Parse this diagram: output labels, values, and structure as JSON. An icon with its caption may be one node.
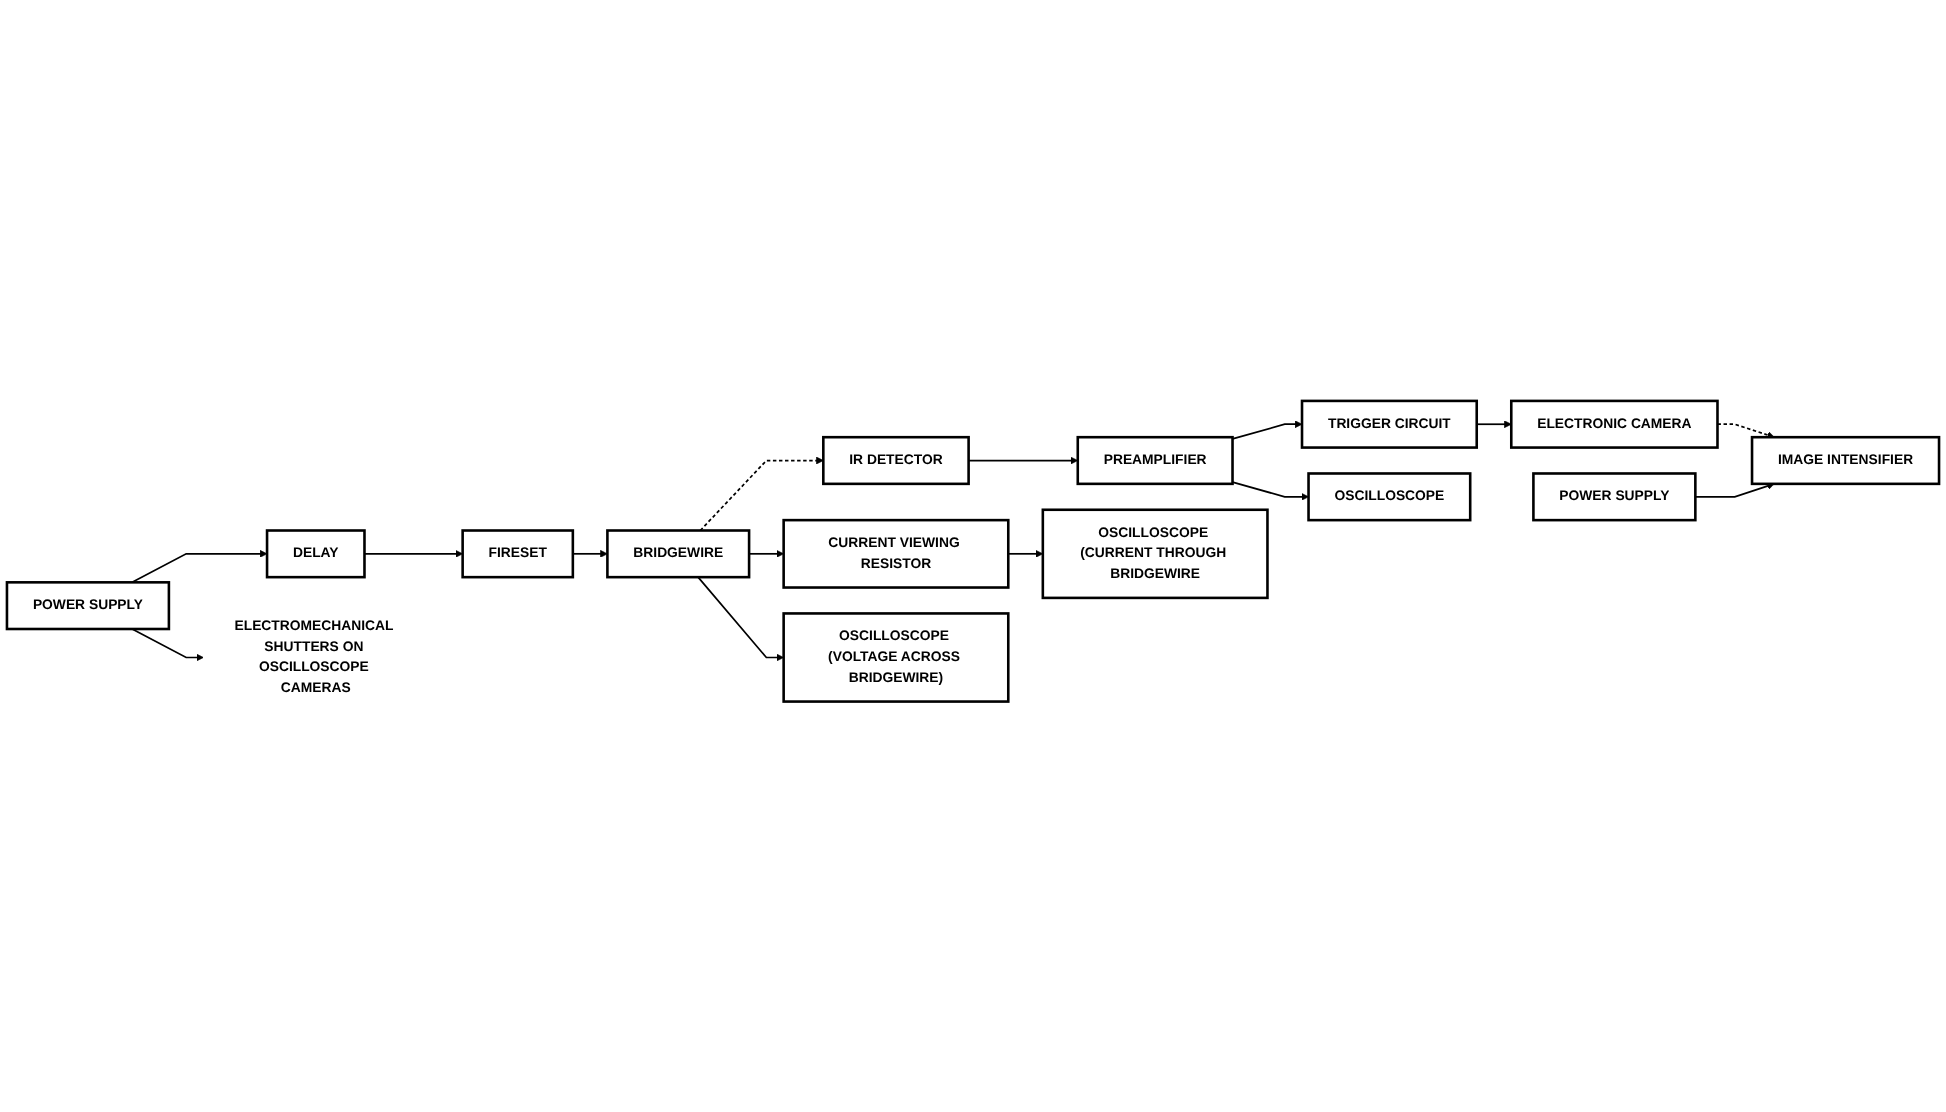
{
  "diagram": {
    "nodes": [
      {
        "text": [
          "IR DETECTOR"
        ]
      },
      {
        "text": [
          "PREAMPLIFIER"
        ]
      },
      {
        "text": [
          "TRIGGER CIRCUIT"
        ]
      },
      {
        "text": [
          "ELECTRONIC CAMERA"
        ]
      },
      {
        "text": [
          "IMAGE INTENSIFIER"
        ]
      },
      {
        "text": [
          "OSCILLOSCOPE"
        ]
      },
      {
        "text": [
          "POWER SUPPLY"
        ]
      },
      {
        "text": [
          "CURRENT VIEWING RESISTOR"
        ]
      },
      {
        "text": [
          "BRIDGEWIRE"
        ]
      },
      {
        "text": [
          "FIRESET"
        ]
      },
      {
        "text": [
          "DELAY"
        ]
      },
      {
        "text": [
          "POWER SUPPLY"
        ]
      },
      {
        "text": [
          "OSCILLOSCOPE (CURRENT THROUGH BRIDGEWIRE"
        ]
      },
      {
        "text": [
          "OSCILLOSCOPE (VOLTAGE ACROSS BRIDGEWIRE)"
        ]
      },
      {
        "text": [
          "ELECTROMECHANICAL SHUTTERS ON OSCILLOSCOPE CAMERAS"
        ]
      }
    ],
    "edges": [
      {
        "from": 0,
        "to": 1,
        "arrow": "to"
      },
      {
        "from": 1,
        "to": 2,
        "arrow": "to"
      },
      {
        "from": 1,
        "to": 5,
        "arrow": "to"
      },
      {
        "from": 2,
        "to": 3,
        "arrow": "to"
      },
      {
        "from": 3,
        "to": 4,
        "arrow": "to",
        "style": "dashed"
      },
      {
        "from": 6,
        "to": 4,
        "arrow": "to"
      },
      {
        "from": 8,
        "to": 0,
        "arrow": "to",
        "style": "dashed"
      },
      {
        "from": 8,
        "to": 7,
        "arrow": "to"
      },
      {
        "from": 7,
        "to": 12,
        "arrow": "to"
      },
      {
        "from": 8,
        "to": 13,
        "arrow": "to"
      },
      {
        "from": 9,
        "to": 8,
        "arrow": "to"
      },
      {
        "from": 10,
        "to": 9,
        "arrow": "to"
      },
      {
        "from": 11,
        "to": 10,
        "arrow": "to"
      },
      {
        "from": 11,
        "to": 14,
        "arrow": "to"
      }
    ]
  }
}
